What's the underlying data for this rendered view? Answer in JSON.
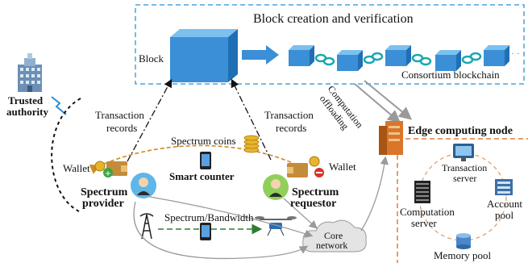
{
  "blockchain": {
    "title": "Block creation and verification",
    "block_label": "Block",
    "chain_label": "Consortium blockchain",
    "ellipsis": "· · ·"
  },
  "authority": {
    "line1": "Trusted",
    "line2": "authority"
  },
  "records": {
    "left_line1": "Transaction",
    "left_line2": "records",
    "right_line1": "Transaction",
    "right_line2": "records"
  },
  "offloading": {
    "line1": "Computation",
    "line2": "offloading"
  },
  "edge": {
    "title": "Edge computing node",
    "transaction_server_line1": "Transaction",
    "transaction_server_line2": "server",
    "computation_server_line1": "Computation",
    "computation_server_line2": "server",
    "account_pool_line1": "Account",
    "account_pool_line2": "pool",
    "memory_pool": "Memory pool"
  },
  "trading": {
    "spectrum_coins": "Spectrum coins",
    "smart_counter": "Smart counter",
    "wallet_left": "Wallet",
    "wallet_right": "Wallet",
    "provider_line1": "Spectrum",
    "provider_line2": "provider",
    "requestor_line1": "Spectrum",
    "requestor_line2": "requestor",
    "spectrum_bandwidth": "Spectrum/Bandwidth",
    "core_network_line1": "Core",
    "core_network_line2": "network"
  },
  "colors": {
    "blue_border": "#4aa3df",
    "orange_border": "#e07b39",
    "block_blue": "#3a8fd6",
    "green_arrow": "#2e7d32",
    "orange_arrow": "#d08a20",
    "gray_arrow": "#9a9a9a"
  }
}
